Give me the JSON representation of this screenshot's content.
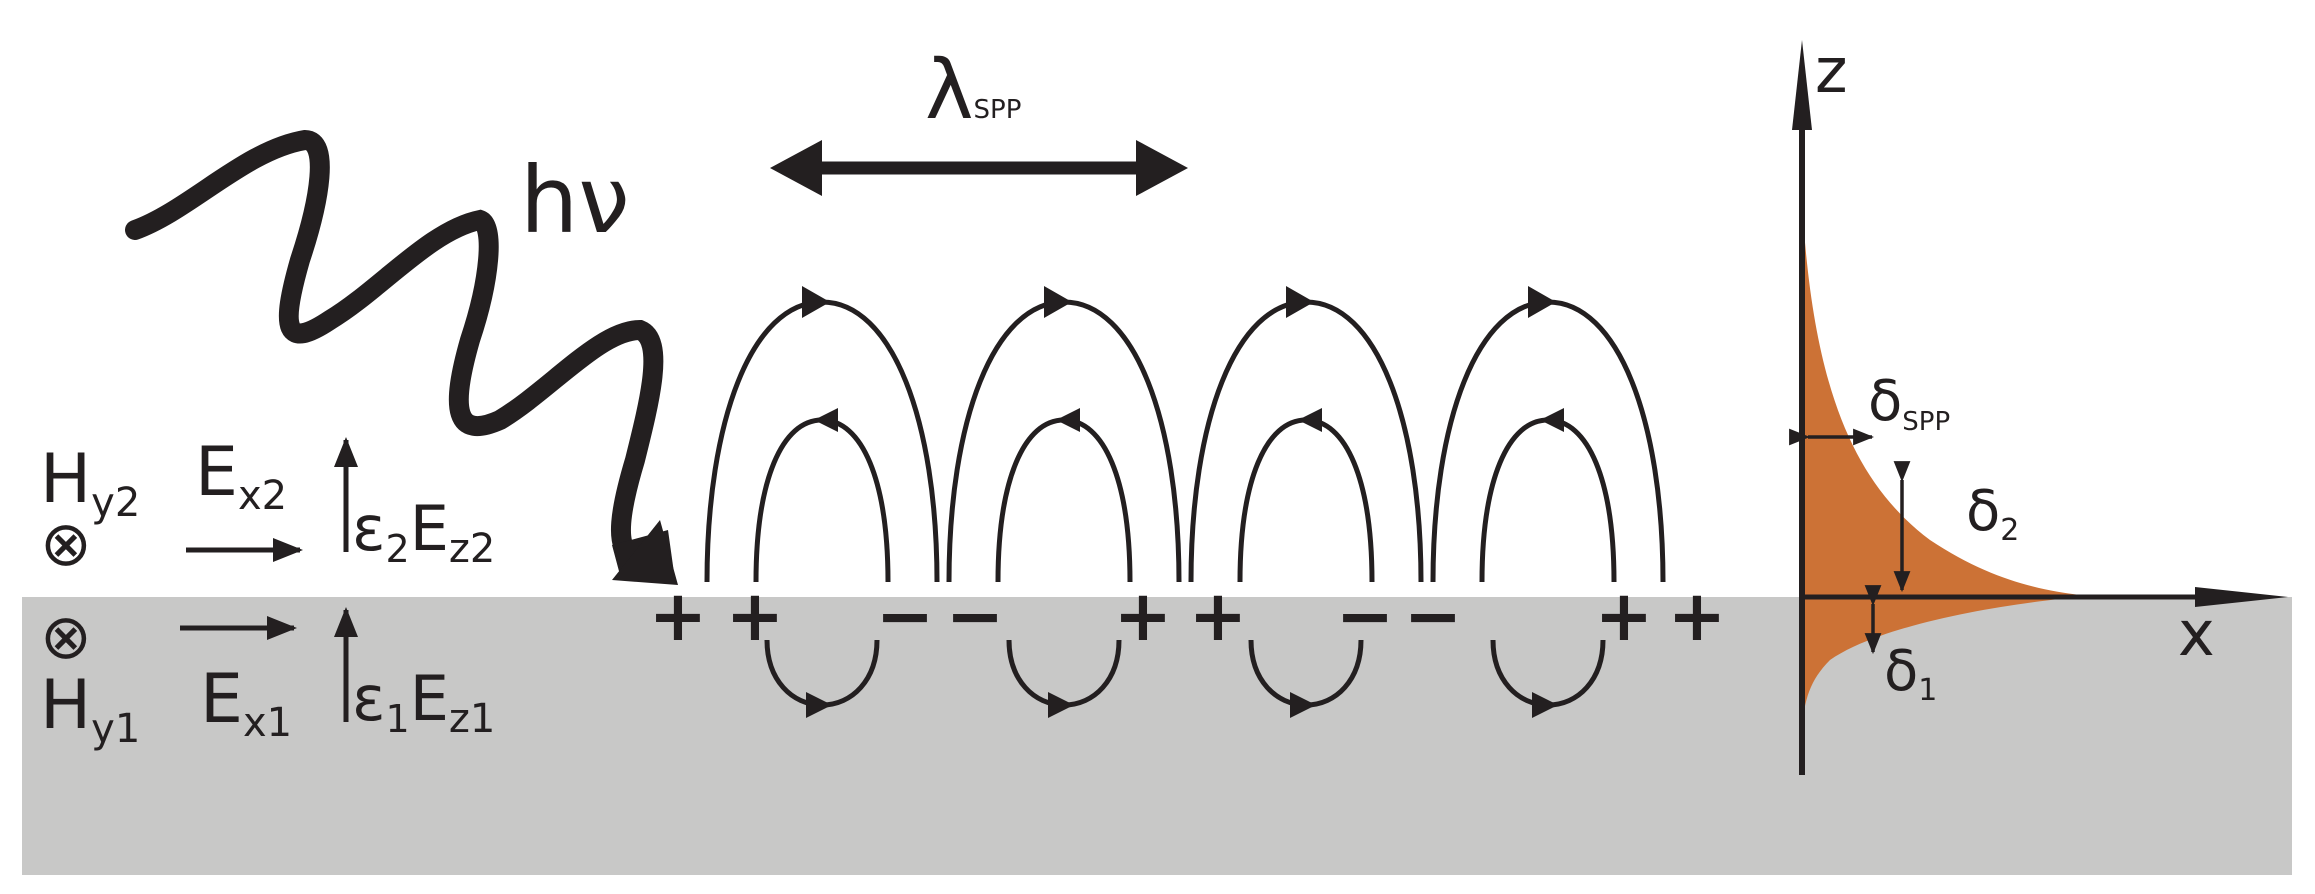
{
  "photon_label": "hν",
  "wavelength": {
    "symbol": "λ",
    "subscript": "SPP"
  },
  "upper_medium": {
    "h_field": {
      "base": "H",
      "sub": "y2",
      "symbol": "⊗"
    },
    "e_x": {
      "base": "E",
      "sub": "x2"
    },
    "eps": {
      "eps": "ε",
      "eps_sub": "2",
      "e": "E",
      "e_sub": "z2"
    }
  },
  "lower_medium": {
    "h_field": {
      "base": "H",
      "sub": "y1",
      "symbol": "⊗"
    },
    "e_x": {
      "base": "E",
      "sub": "x1"
    },
    "eps": {
      "eps": "ε",
      "eps_sub": "1",
      "e": "E",
      "e_sub": "z1"
    }
  },
  "charges": [
    "+",
    "+",
    "−",
    "−",
    "+",
    "+",
    "−",
    "−",
    "+",
    "+"
  ],
  "decay_plot": {
    "axis_z": "z",
    "axis_x": "x",
    "delta_spp": {
      "symbol": "δ",
      "sub": "SPP"
    },
    "delta_2": {
      "symbol": "δ",
      "sub": "2"
    },
    "delta_1": {
      "symbol": "δ",
      "sub": "1"
    }
  },
  "colors": {
    "metal": "#c8c8c7",
    "ink": "#231f20",
    "field_decay": "#cc7236"
  }
}
